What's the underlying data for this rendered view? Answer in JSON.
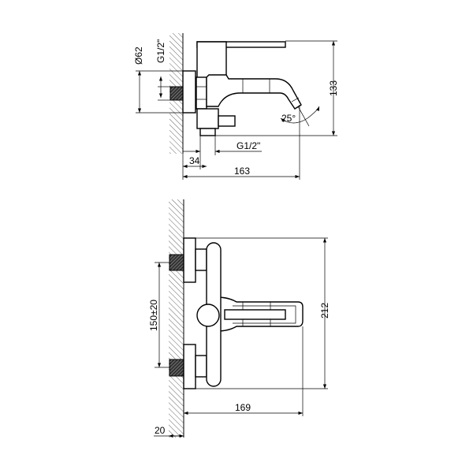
{
  "side_view": {
    "dim_diameter": "Ø62",
    "dim_inlet_thread": "G1/2\"",
    "dim_height": "133",
    "dim_angle": "25°",
    "dim_outlet_thread": "G1/2\"",
    "dim_offset": "34",
    "dim_depth": "163"
  },
  "front_view": {
    "dim_centers": "150±20",
    "dim_height": "212",
    "dim_depth": "169",
    "dim_wall": "20"
  },
  "colors": {
    "line": "#000000",
    "background": "#ffffff"
  }
}
